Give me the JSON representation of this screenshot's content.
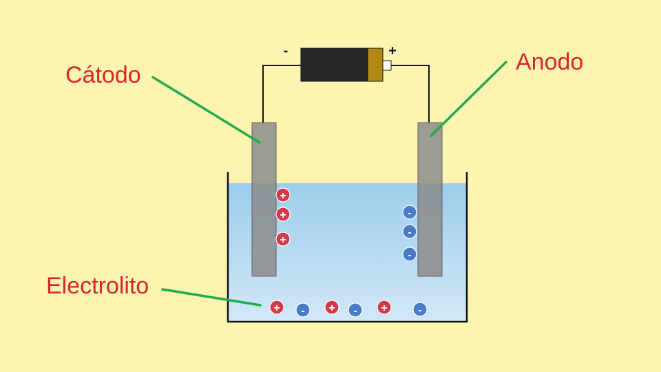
{
  "labels": {
    "cathode": "Cátodo",
    "anode": "Anodo",
    "electrolyte": "Electrolito"
  },
  "battery": {
    "negative_sign": "-",
    "positive_sign": "+"
  },
  "ions": {
    "positive_sign": "+",
    "negative_sign": "-"
  },
  "colors": {
    "background": "#fdf4b2",
    "label_text": "#d9262b",
    "leader_lines": "#1fac4b",
    "electrode": "#8c8c8c",
    "electrolyte_top": "#9ccdec",
    "electrolyte_bottom": "#cde6f6",
    "positive_ion": "#d23a4b",
    "negative_ion": "#4a7bc8",
    "battery_body": "#262626",
    "battery_cap": "#b08a15"
  }
}
